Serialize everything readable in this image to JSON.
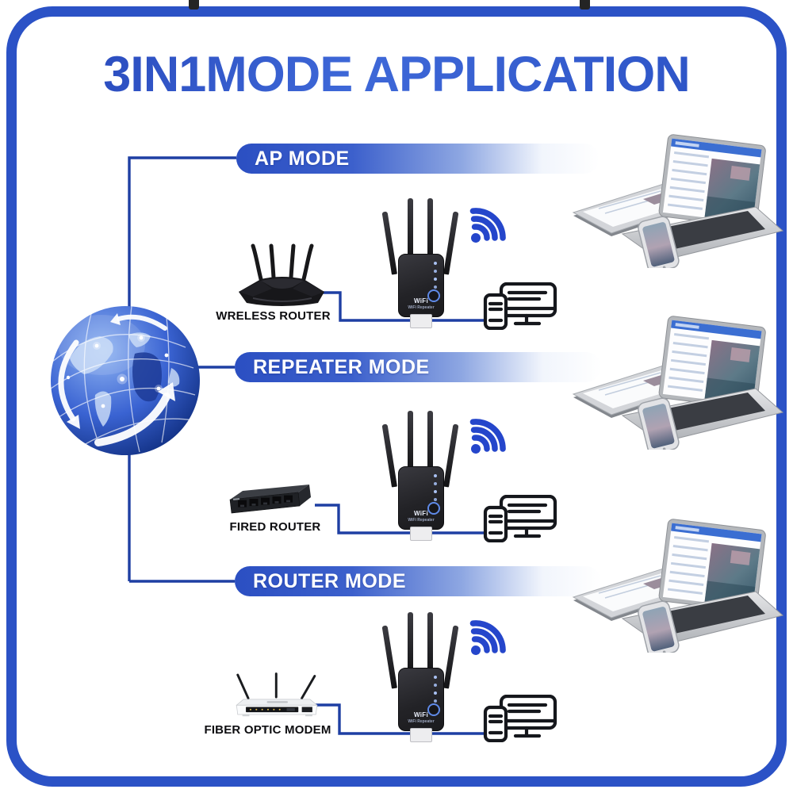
{
  "title": "3IN1MODE APPLICATION",
  "modes": [
    {
      "label": "AP MODE",
      "source_device": "WRELESS ROUTER"
    },
    {
      "label": "REPEATER MODE",
      "source_device": "FIRED ROUTER"
    },
    {
      "label": "ROUTER MODE",
      "source_device": "FIBER OPTIC MODEM"
    }
  ],
  "repeater_device": {
    "brand_text": "WiFi",
    "sub_text": "WiFi Repeater"
  },
  "icons": {
    "globe": "globe-network-icon",
    "wifi": "wifi-signal-icon",
    "monitor_phone": "monitor-phone-icon"
  },
  "colors": {
    "frame_blue": "#2b52c6",
    "line_blue": "#1e3fa3",
    "banner_blue": "#2b4fc2",
    "wifi_blue": "#2546cb",
    "title_blue": "#2f55c8"
  }
}
